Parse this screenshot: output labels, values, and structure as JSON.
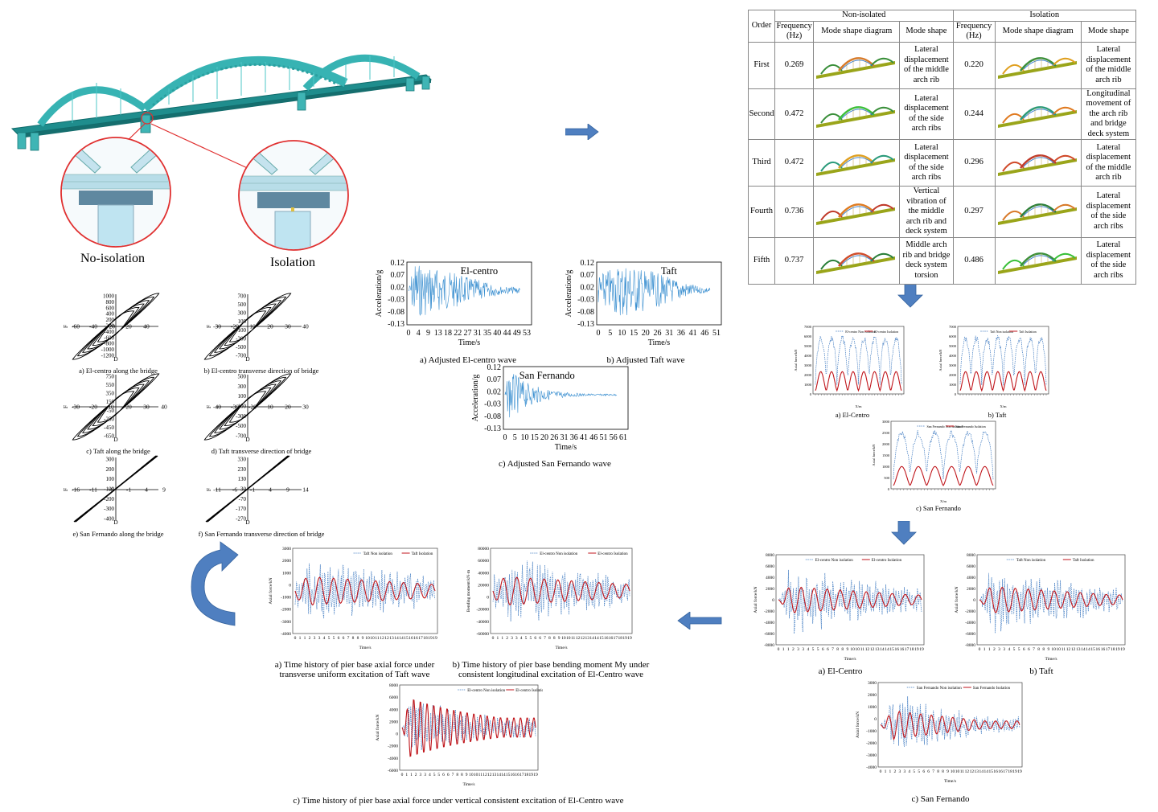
{
  "bridge": {
    "label_no_isolation": "No-isolation",
    "label_isolation": "Isolation"
  },
  "hysteresis": [
    {
      "caption": "a) El-centro along the bridge",
      "xlabel": "D",
      "xsub": "y",
      "xunit": "(mm)",
      "ylabel": "F",
      "ysub": "y",
      "yunit": "(kN)",
      "xticks": [
        "-60",
        "-40",
        "-20",
        "20",
        "40"
      ],
      "yticks": [
        "1000",
        "800",
        "600",
        "400",
        "200",
        "-200",
        "-400",
        "-600",
        "-800",
        "-1000",
        "-1200"
      ]
    },
    {
      "caption": "b) El-centro transverse direction of bridge",
      "xlabel": "D",
      "xsub": "x",
      "xunit": "(mm)",
      "ylabel": "F",
      "ysub": "x",
      "yunit": "(kN)",
      "xticks": [
        "-30",
        "-20",
        "10",
        "20",
        "30",
        "40"
      ],
      "yticks": [
        "700",
        "500",
        "300",
        "100",
        "-100",
        "-300",
        "-500",
        "-700"
      ]
    },
    {
      "caption": "c) Taft along the bridge",
      "xlabel": "D",
      "xsub": "y",
      "xunit": "(mm)",
      "ylabel": "F",
      "ysub": "y",
      "yunit": "(kN)",
      "xticks": [
        "-30",
        "-20",
        "10",
        "20",
        "30",
        "40"
      ],
      "yticks": [
        "750",
        "550",
        "350",
        "150",
        "-50",
        "-250",
        "-450",
        "-650"
      ]
    },
    {
      "caption": "d) Taft transverse direction of bridge",
      "xlabel": "D",
      "xsub": "x",
      "xunit": "(mm)",
      "ylabel": "F",
      "ysub": "x",
      "yunit": "(kN)",
      "xticks": [
        "-40",
        "-30",
        "-20",
        "10",
        "20",
        "30"
      ],
      "yticks": [
        "500",
        "300",
        "100",
        "-100",
        "-300",
        "-500",
        "-700"
      ]
    },
    {
      "caption": "e) San Fernando along the bridge",
      "xlabel": "D",
      "xsub": "y",
      "xunit": "(mm)",
      "ylabel": "F",
      "ysub": "y",
      "yunit": "(kN)",
      "xticks": [
        "-16",
        "-11",
        "-6",
        "-1",
        "4",
        "9"
      ],
      "yticks": [
        "300",
        "200",
        "100",
        "-100",
        "-200",
        "-300",
        "-400"
      ]
    },
    {
      "caption": "f) San Fernando transverse direction of bridge",
      "xlabel": "D",
      "xsub": "x",
      "xunit": "(mm)",
      "ylabel": "F",
      "ysub": "x",
      "yunit": "(kN)",
      "xticks": [
        "-11",
        "-6",
        "-1",
        "4",
        "9",
        "14"
      ],
      "yticks": [
        "330",
        "230",
        "130",
        "30",
        "-70",
        "-170",
        "-270"
      ]
    }
  ],
  "waves": [
    {
      "title": "El-centro",
      "caption": "a) Adjusted El-centro wave",
      "ylabel": "Acceleration/g",
      "xlabel": "Time/s",
      "yticks": [
        "0.12",
        "0.07",
        "0.02",
        "-0.03",
        "-0.08",
        "-0.13"
      ],
      "xticks": [
        "0",
        "4",
        "9",
        "13",
        "18",
        "22",
        "27",
        "31",
        "35",
        "40",
        "44",
        "49",
        "53"
      ]
    },
    {
      "title": "Taft",
      "caption": "b) Adjusted Taft wave",
      "ylabel": "Acceleration/g",
      "xlabel": "Time/s",
      "yticks": [
        "0.12",
        "0.07",
        "0.02",
        "-0.03",
        "-0.08",
        "-0.13"
      ],
      "xticks": [
        "0",
        "5",
        "10",
        "15",
        "20",
        "26",
        "31",
        "36",
        "41",
        "46",
        "51"
      ]
    },
    {
      "title": "San Fernando",
      "caption": "c) Adjusted San Fernando wave",
      "ylabel": "Acceleration/g",
      "xlabel": "Time/s",
      "yticks": [
        "0.12",
        "0.07",
        "0.02",
        "-0.03",
        "-0.08",
        "-0.13"
      ],
      "xticks": [
        "0",
        "5",
        "10",
        "15",
        "20",
        "26",
        "31",
        "36",
        "41",
        "46",
        "51",
        "56",
        "61"
      ]
    }
  ],
  "mode_table": {
    "group_non_isolated": "Non-isolated",
    "group_isolation": "Isolation",
    "col_order": "Order",
    "col_frequency": "Frequency (Hz)",
    "col_diagram": "Mode shape diagram",
    "col_shape": "Mode shape",
    "rows": [
      {
        "order": "First",
        "f1": "0.269",
        "s1": "Lateral displacement of the middle arch rib",
        "f2": "0.220",
        "s2": "Lateral displacement of the middle arch rib"
      },
      {
        "order": "Second",
        "f1": "0.472",
        "s1": "Lateral displacement of the side arch ribs",
        "f2": "0.244",
        "s2": "Longitudinal movement of the arch rib and bridge deck system"
      },
      {
        "order": "Third",
        "f1": "0.472",
        "s1": "Lateral displacement of the side arch ribs",
        "f2": "0.296",
        "s2": "Lateral displacement of the middle arch rib"
      },
      {
        "order": "Fourth",
        "f1": "0.736",
        "s1": "Vertical vibration of the middle arch rib and deck system",
        "f2": "0.297",
        "s2": "Lateral displacement of the side arch ribs"
      },
      {
        "order": "Fifth",
        "f1": "0.737",
        "s1": "Middle arch rib and bridge deck system torsion",
        "f2": "0.486",
        "s2": "Lateral displacement of the side arch ribs"
      }
    ]
  },
  "envelopes": [
    {
      "caption": "a) El-Centro",
      "legend": [
        "El-centro Non isolation",
        "El-centro Isolation"
      ],
      "ylabel": "Axial force/kN",
      "xlabel": "X/m",
      "yticks": [
        "7000",
        "6000",
        "5000",
        "4000",
        "3000",
        "2000",
        "1000",
        "0"
      ]
    },
    {
      "caption": "b) Taft",
      "legend": [
        "Taft Non isolation",
        "Taft Isolation"
      ],
      "ylabel": "Axial force/kN",
      "xlabel": "X/m",
      "yticks": [
        "7000",
        "6000",
        "5000",
        "4000",
        "3000",
        "2000",
        "1000",
        "0"
      ]
    },
    {
      "caption": "c) San Fernando",
      "legend": [
        "San Fernando Non isolation",
        "San Fernando Isolation"
      ],
      "ylabel": "Axial force/kN",
      "xlabel": "X/m",
      "yticks": [
        "3000",
        "2500",
        "2000",
        "1500",
        "1000",
        "500",
        "0"
      ]
    }
  ],
  "pier_right": [
    {
      "caption": "a) El-Centro",
      "legend": [
        "El-centro Non isolation",
        "El-centro Isolation"
      ],
      "ylabel": "Axial force/kN",
      "xlabel": "Time/s",
      "yticks": [
        "8000",
        "6000",
        "4000",
        "2000",
        "0",
        "-2000",
        "-4000",
        "-6000",
        "-8000"
      ]
    },
    {
      "caption": "b) Taft",
      "legend": [
        "Taft Non isolation",
        "Taft Isolation"
      ],
      "ylabel": "Axial force/kN",
      "xlabel": "Time/s",
      "yticks": [
        "8000",
        "6000",
        "4000",
        "2000",
        "0",
        "-2000",
        "-4000",
        "-6000",
        "-8000"
      ]
    },
    {
      "caption": "c) San Fernando",
      "legend": [
        "San Fernando Non isolation",
        "San Fernando Isolation"
      ],
      "ylabel": "Axial force/kN",
      "xlabel": "Time/s",
      "yticks": [
        "3000",
        "2000",
        "1000",
        "0",
        "-1000",
        "-2000",
        "-3000",
        "-4000"
      ]
    }
  ],
  "pier_bottom": [
    {
      "caption": "a) Time history of pier base axial force under transverse uniform excitation of Taft wave",
      "legend": [
        "Taft Non isolation",
        "Taft Isolation"
      ],
      "ylabel": "Axial force/kN",
      "xlabel": "Time/s",
      "yticks": [
        "3000",
        "2000",
        "1000",
        "0",
        "-1000",
        "-2000",
        "-3000",
        "-4000"
      ]
    },
    {
      "caption": "b) Time history of pier base bending moment My under consistent longitudinal excitation of El-Centro wave",
      "legend": [
        "El-centro Non isolation",
        "El-centro Isolation"
      ],
      "ylabel": "Bending moment/kN·m",
      "xlabel": "Time/s",
      "yticks": [
        "80000",
        "60000",
        "40000",
        "20000",
        "0",
        "-20000",
        "-40000",
        "-60000"
      ]
    },
    {
      "caption": "c) Time history of pier base axial force under vertical consistent excitation of El-Centro wave",
      "legend": [
        "El-centro Non isolation",
        "El-centro Isolation"
      ],
      "ylabel": "Axial force/kN",
      "xlabel": "Time/s",
      "yticks": [
        "8000",
        "6000",
        "4000",
        "2000",
        "0",
        "-2000",
        "-4000",
        "-6000"
      ]
    }
  ],
  "time_ticks": [
    "0",
    "1",
    "1",
    "2",
    "3",
    "3",
    "4",
    "5",
    "5",
    "6",
    "6",
    "7",
    "8",
    "8",
    "9",
    "10",
    "10",
    "11",
    "12",
    "12",
    "13",
    "14",
    "14",
    "15",
    "16",
    "16",
    "17",
    "18",
    "19",
    "19"
  ],
  "colors": {
    "non_isolation": "#3d79c0",
    "isolation": "#c0161c",
    "bridge": "#2aa8a8",
    "arrow": "#4f7fc0",
    "wave": "#3a8fd0",
    "callout": "#e03030"
  }
}
